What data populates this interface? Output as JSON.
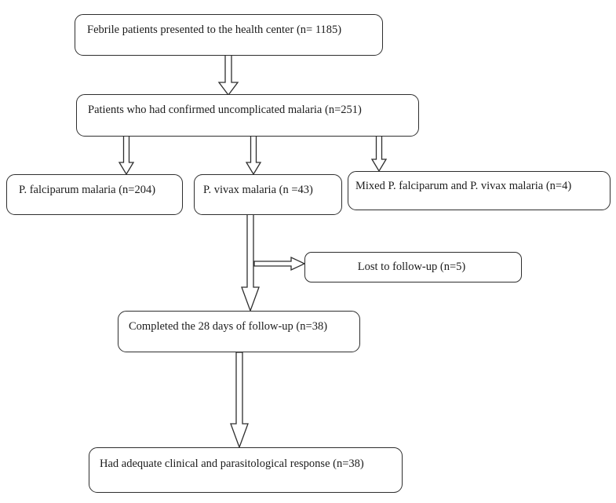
{
  "diagram": {
    "type": "flowchart",
    "nodes": {
      "febrile": {
        "label": "Febrile patients presented to the health center (n= 1185)",
        "n": 1185
      },
      "confirmed": {
        "label": "Patients who had confirmed uncomplicated malaria (n=251)",
        "n": 251
      },
      "falciparum": {
        "label": "P. falciparum malaria (n=204)",
        "n": 204
      },
      "vivax": {
        "label": "P. vivax malaria (n =43)",
        "n": 43
      },
      "mixed": {
        "label": "Mixed P. falciparum and P. vivax malaria (n=4)",
        "n": 4
      },
      "lost": {
        "label": "Lost to follow-up (n=5)",
        "n": 5
      },
      "completed": {
        "label": "Completed the 28 days of follow-up (n=38)",
        "n": 38
      },
      "adequate": {
        "label": "Had adequate clinical and parasitological response (n=38)",
        "n": 38
      }
    },
    "edges": [
      {
        "from": "febrile",
        "to": "confirmed"
      },
      {
        "from": "confirmed",
        "to": "falciparum"
      },
      {
        "from": "confirmed",
        "to": "vivax"
      },
      {
        "from": "confirmed",
        "to": "mixed"
      },
      {
        "from": "vivax",
        "to": "lost"
      },
      {
        "from": "vivax",
        "to": "completed"
      },
      {
        "from": "completed",
        "to": "adequate"
      }
    ],
    "colors": {
      "background": "#ffffff",
      "border": "#2e2e2e",
      "text": "#1c1c1c"
    }
  }
}
